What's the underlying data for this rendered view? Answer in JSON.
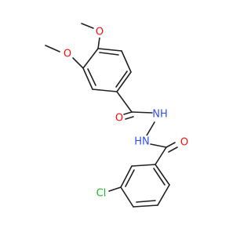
{
  "molecule": {
    "atoms": [
      {
        "label": "O",
        "color": "#ff0d0d"
      },
      {
        "label": "O",
        "color": "#ff0d0d"
      },
      {
        "label": "O",
        "color": "#ff0d0d"
      },
      {
        "label": "NH",
        "color": "#3050f8"
      },
      {
        "label": "HN",
        "color": "#3050f8"
      },
      {
        "label": "O",
        "color": "#ff0d0d"
      },
      {
        "label": "Cl",
        "color": "#1fba1f"
      }
    ],
    "bond_color": "#222222"
  }
}
